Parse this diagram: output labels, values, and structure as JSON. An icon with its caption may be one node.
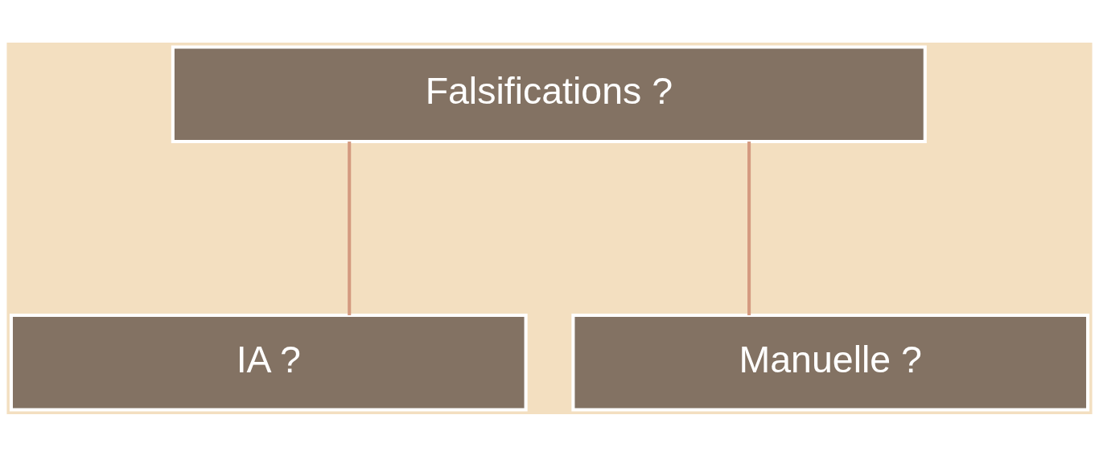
{
  "diagram": {
    "nodes": [
      {
        "text": [
          "Falsifications ?"
        ]
      },
      {
        "text": [
          "IA ?"
        ]
      },
      {
        "text": [
          "Manuelle ?"
        ]
      }
    ],
    "edges": [
      {
        "from": 0,
        "to": 1,
        "arrow": "none"
      },
      {
        "from": 0,
        "to": 2,
        "arrow": "none"
      }
    ]
  }
}
